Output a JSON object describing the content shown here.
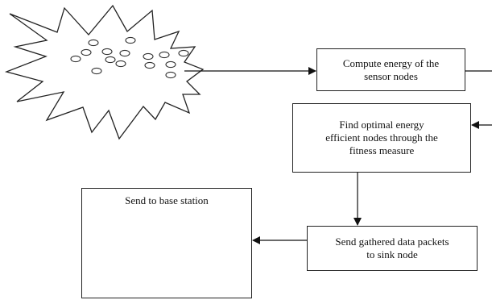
{
  "colors": {
    "line": "#111111",
    "box_border": "#222222",
    "tower_stroke": "#1a1a1a",
    "signal_dark": "#6b6b6b",
    "signal_light": "#b8b8b8"
  },
  "icons": {
    "sensor_field": "starburst-sensor-network-icon",
    "antenna": "radio-antenna-tower-icon"
  },
  "steps": {
    "compute_energy": "Compute energy of the\nsensor nodes",
    "find_optimal": "Find optimal energy\nefficient nodes through the\nfitness measure",
    "send_packets": "Send gathered data packets\nto sink node",
    "base_station": "Send to base station"
  }
}
